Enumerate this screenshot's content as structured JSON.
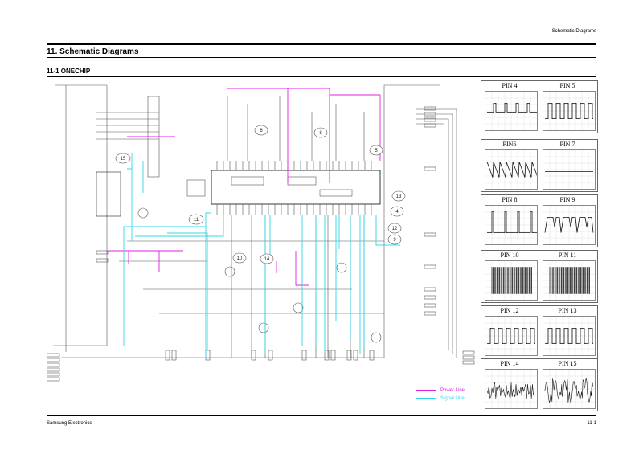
{
  "header": {
    "section_label": "Schematic Diagrams"
  },
  "title": "11. Schematic Diagrams",
  "subtitle": "11-1 ONECHIP",
  "footer": {
    "company": "Samsung Electronics",
    "page": "11-1"
  },
  "callouts": [
    "15",
    "6",
    "8",
    "5",
    "11",
    "13",
    "4",
    "12",
    "9",
    "10",
    "14"
  ],
  "waveforms": [
    {
      "label": "PIN 4",
      "kind": "pulse"
    },
    {
      "label": "PIN 5",
      "kind": "square"
    },
    {
      "label": "PIN6",
      "kind": "sawtooth"
    },
    {
      "label": "PIN 7",
      "kind": "flat"
    },
    {
      "label": "PIN 8",
      "kind": "spike"
    },
    {
      "label": "PIN 9",
      "kind": "hump"
    },
    {
      "label": "PIN 10",
      "kind": "burst"
    },
    {
      "label": "PIN 11",
      "kind": "burst"
    },
    {
      "label": "PIN 12",
      "kind": "square"
    },
    {
      "label": "PIN 13",
      "kind": "square"
    },
    {
      "label": "PIN 14",
      "kind": "noise"
    },
    {
      "label": "PIN 15",
      "kind": "noise-dense"
    }
  ],
  "legend": {
    "power_line": "Power Line",
    "signal_line": "Signal Line",
    "power_color": "#e020e0",
    "signal_color": "#30d8e8"
  }
}
